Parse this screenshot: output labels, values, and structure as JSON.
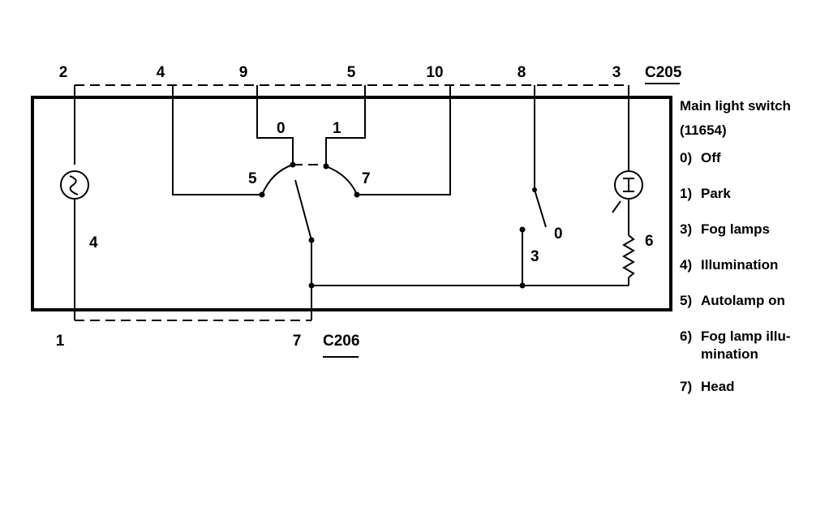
{
  "connectors": {
    "top": "C205",
    "bottom": "C206"
  },
  "top_pins": [
    "2",
    "4",
    "9",
    "5",
    "10",
    "8",
    "3"
  ],
  "bottom_pins": [
    "1",
    "7"
  ],
  "switch_labels": {
    "pos_0": "0",
    "pos_1": "1",
    "pos_5": "5",
    "pos_7": "7",
    "fog_0": "0",
    "fog_3": "3",
    "lamp_4": "4",
    "lamp_6": "6"
  },
  "legend": {
    "title": "Main light switch",
    "part_number": "(11654)",
    "items": [
      {
        "key": "0)",
        "text": "Off"
      },
      {
        "key": "1)",
        "text": "Park"
      },
      {
        "key": "3)",
        "text": "Fog lamps"
      },
      {
        "key": "4)",
        "text": "Illumination"
      },
      {
        "key": "5)",
        "text": "Autolamp on"
      },
      {
        "key": "6)",
        "text": "Fog lamp illu- mination"
      },
      {
        "key": "7)",
        "text": "Head"
      }
    ]
  }
}
